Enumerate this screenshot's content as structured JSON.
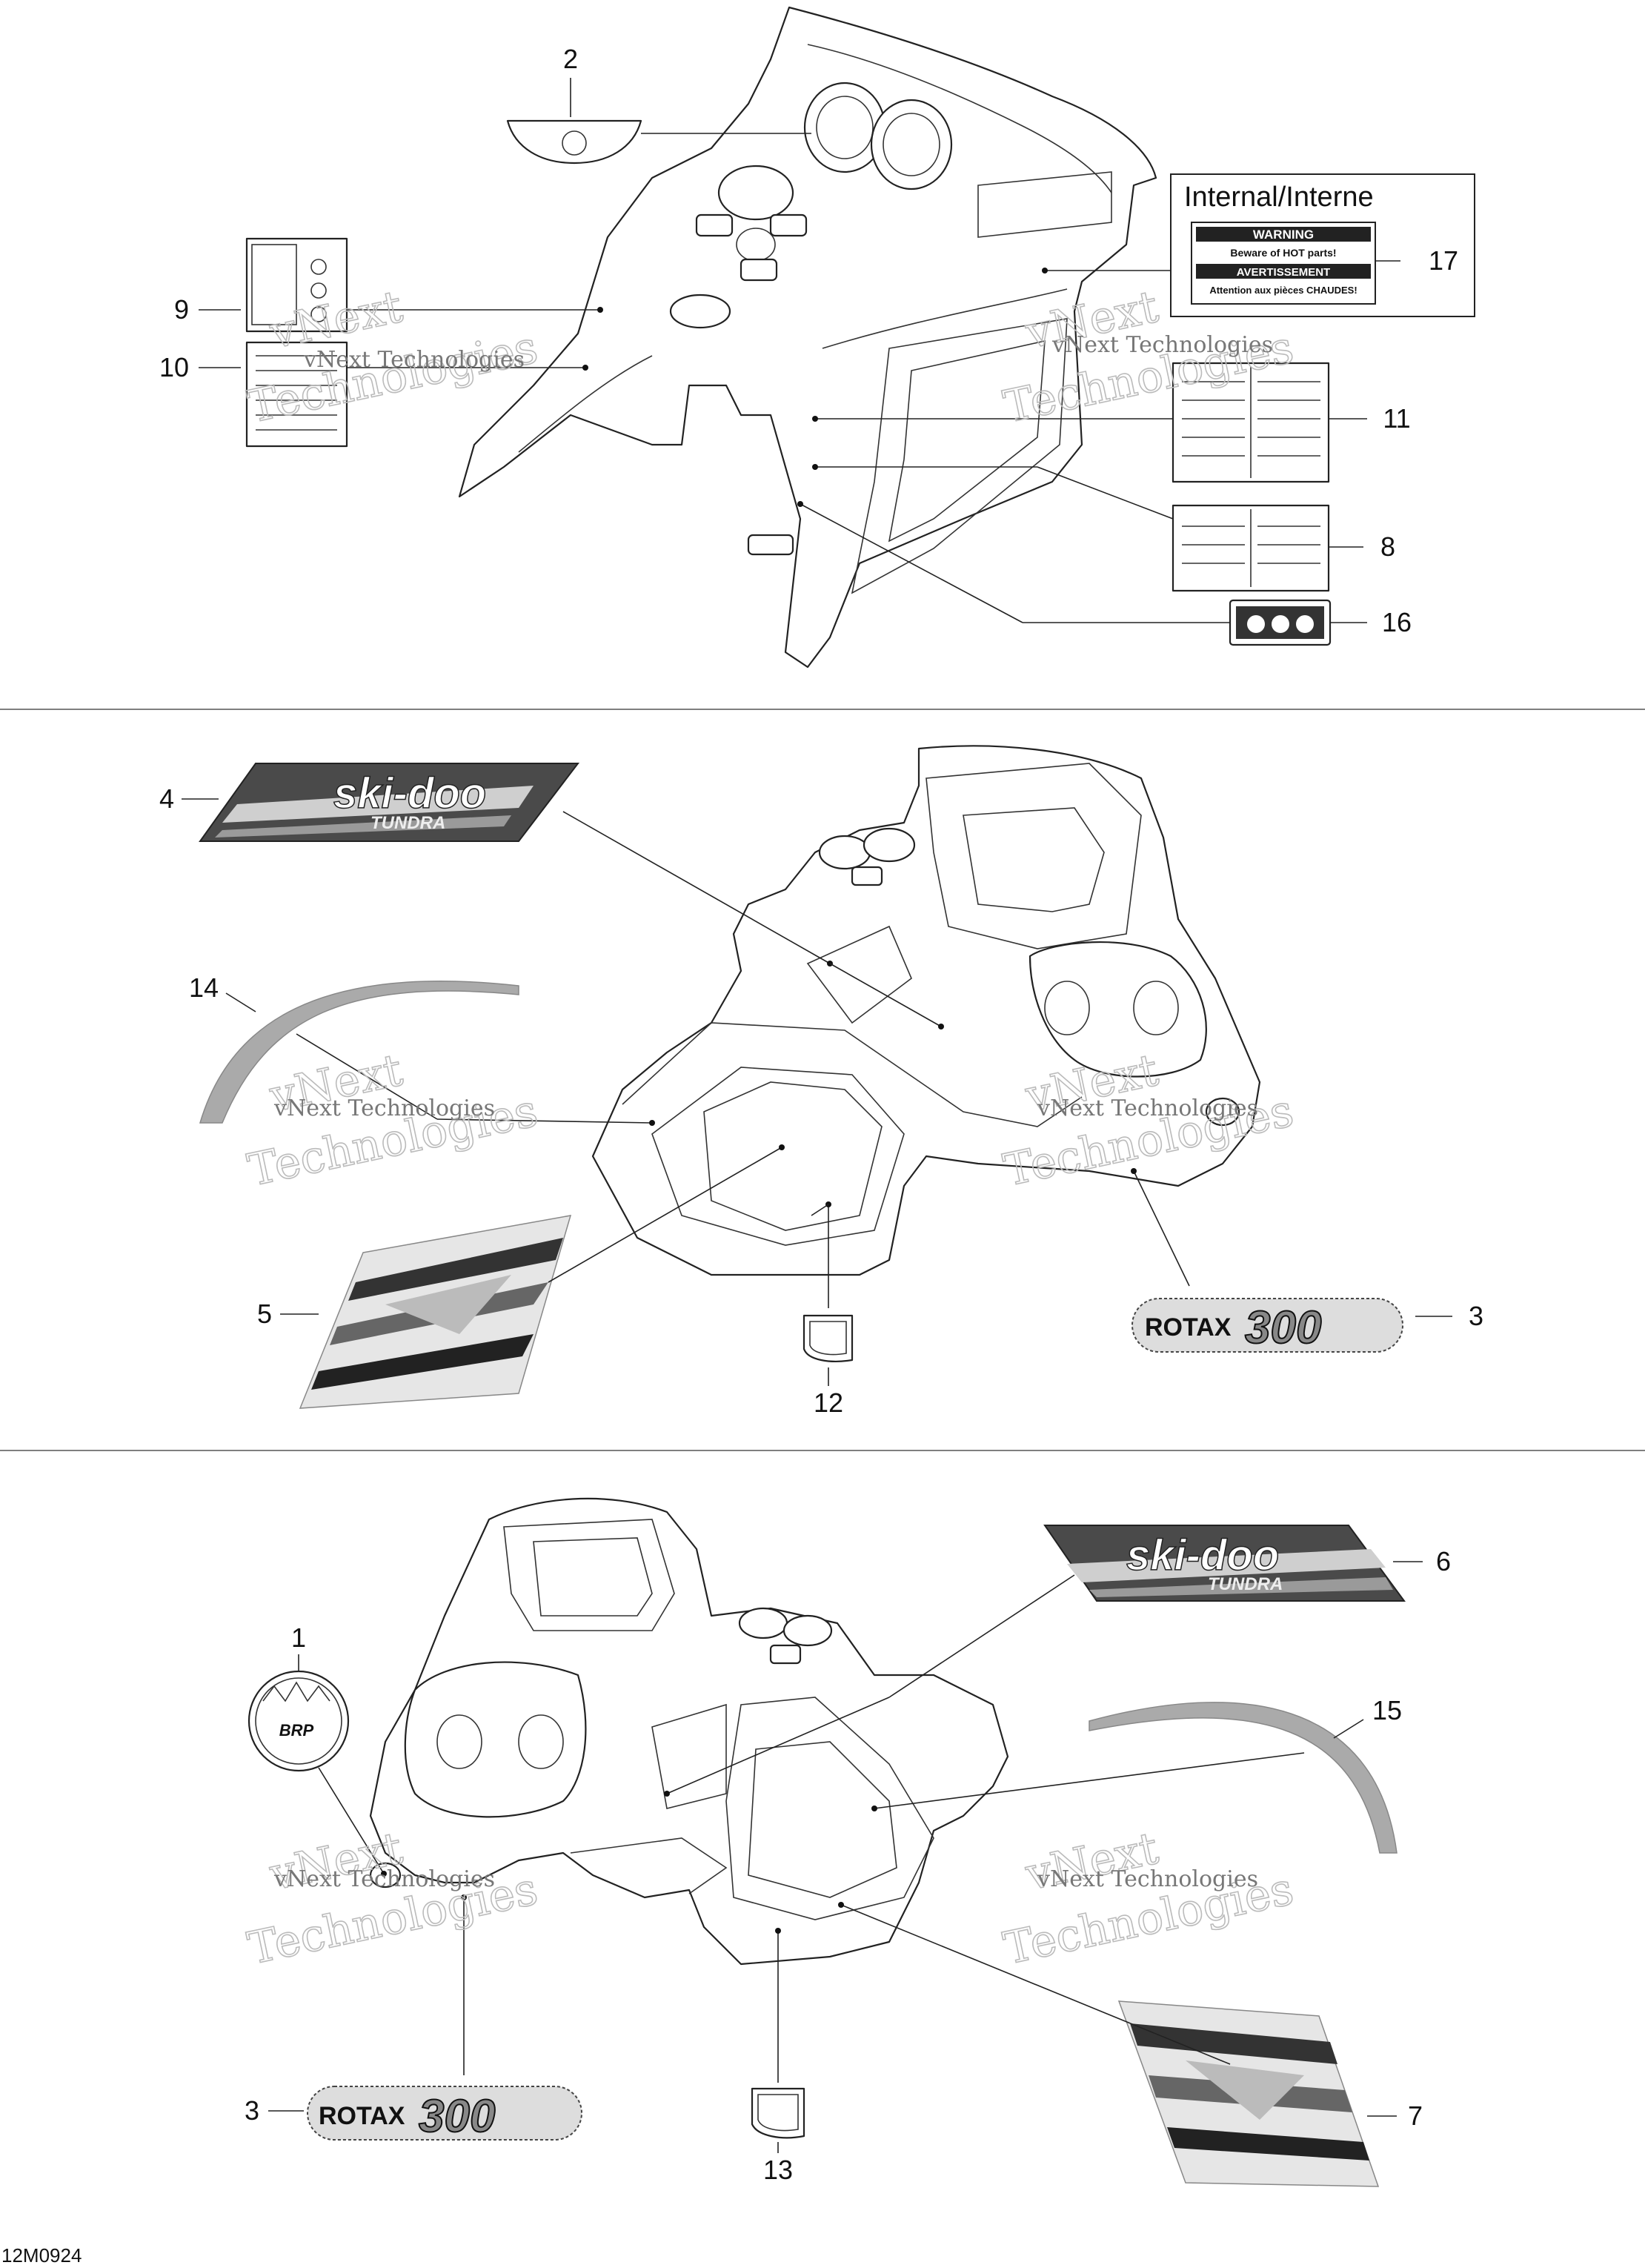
{
  "figure_code": "12M0924",
  "inset_title": "Internal/Interne",
  "warning_decal": {
    "warning_header": "WARNING",
    "warning_text": "Beware of HOT parts!",
    "avertissement_header": "AVERTISSEMENT",
    "avertissement_text": "Attention aux pièces CHAUDES!"
  },
  "brand_decal": {
    "brand": "ski-doo",
    "model": "TUNDRA"
  },
  "engine_decal": {
    "prefix": "ROTAX",
    "number": "300"
  },
  "emblem_text": "BRP",
  "watermark": {
    "line1": "vNext",
    "line2": "Technologies",
    "line3": "vNext Technologies"
  },
  "callouts": {
    "c1": "1",
    "c2": "2",
    "c3a": "3",
    "c3b": "3",
    "c4": "4",
    "c5": "5",
    "c6": "6",
    "c7": "7",
    "c8": "8",
    "c9": "9",
    "c10": "10",
    "c11": "11",
    "c12": "12",
    "c13": "13",
    "c14": "14",
    "c15": "15",
    "c16": "16",
    "c17": "17"
  }
}
